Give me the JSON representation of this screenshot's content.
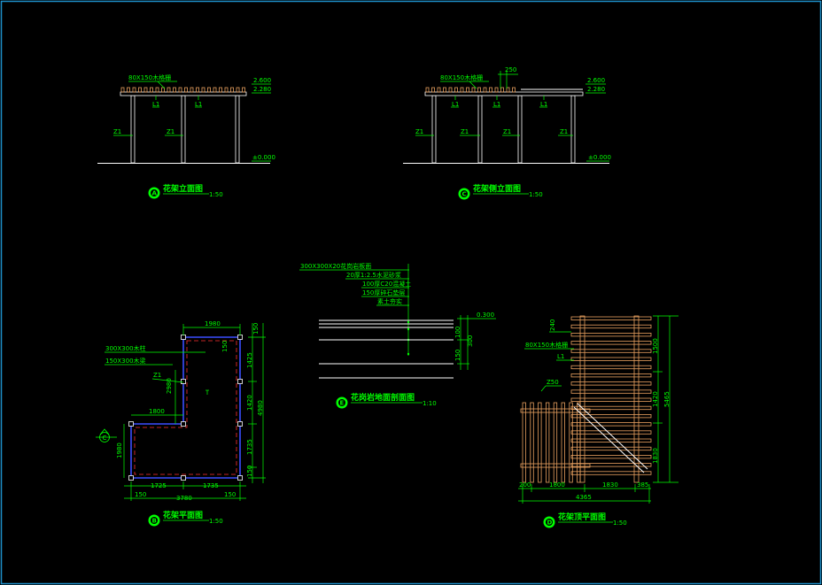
{
  "colors": {
    "background": "#000000",
    "frame": "#1e8fc9",
    "line": "#ffffff",
    "text": "#00ff00",
    "timber": "#e8a060",
    "plan_outline": "#3a4dff",
    "plan_dash": "#ff3030"
  },
  "elev_a": {
    "beam_note": "80X150木格栅",
    "level_top": "2.600",
    "level_beam": "2.280",
    "beam_tags": [
      "L1",
      "L1"
    ],
    "col_tags": [
      "Z1",
      "Z1"
    ],
    "level_ground": "±0.000",
    "marker": "A",
    "title": "花架立面图",
    "scale": "1:50"
  },
  "elev_c": {
    "beam_note": "80X150木格栅",
    "dim_top": "250",
    "level_top": "2.600",
    "level_beam": "2.280",
    "beam_tags": [
      "L1",
      "L1",
      "L1"
    ],
    "col_tags": [
      "Z1",
      "Z1",
      "Z1",
      "Z1"
    ],
    "level_ground": "±0.000",
    "marker": "C",
    "title": "花架侧立面图",
    "scale": "1:50"
  },
  "plan_b": {
    "dim_top": "1980",
    "dim_top_right": "150",
    "dim_corner": "150",
    "note_1": "300X300木柱",
    "note_2": "150X300木梁",
    "col_tag": "Z1",
    "dim_inner_v": "2980",
    "dim_inner_h": "1800",
    "dim_left": "1980",
    "dim_right": [
      "1425",
      "1420",
      "1735",
      "150"
    ],
    "dim_total_v": "4980",
    "dim_bottom": [
      "1725",
      "1735"
    ],
    "dim_bottom_edges": [
      "150",
      "150"
    ],
    "dim_total_h": "3780",
    "section_marker": "C",
    "marker": "B",
    "title": "花架平面图",
    "scale": "1:50"
  },
  "section_e": {
    "layers": [
      "300X300X20花岗岩板面",
      "20厚1:2.5水泥砂浆",
      "100厚C20混凝土",
      "150厚碎石垫层",
      "素土夯实"
    ],
    "level": "0.300",
    "dims": [
      "100",
      "300",
      "150"
    ],
    "marker": "E",
    "title": "花岗岩地面剖面图",
    "scale": "1:10"
  },
  "plan_d": {
    "dim_240": "240",
    "beam_note": "80X150木格栅",
    "beam_tag": "L1",
    "note_z": "Z50",
    "dims_right": [
      "1500",
      "1420",
      "1830"
    ],
    "dim_total_v": "5465",
    "dims_bottom": [
      "200",
      "1800",
      "1830",
      "385"
    ],
    "dim_total_h": "4365",
    "marker": "D",
    "title": "花架顶平面图",
    "scale": "1:50"
  }
}
